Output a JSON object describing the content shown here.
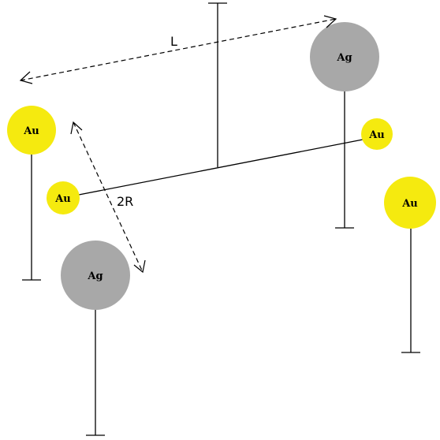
{
  "labels": {
    "length": "L",
    "diameter": "2R"
  },
  "spheres": {
    "au_top_left": "Au",
    "au_beam_left": "Au",
    "au_beam_right": "Au",
    "au_right": "Au",
    "ag_top_right": "Ag",
    "ag_bottom_left": "Ag"
  },
  "colors": {
    "gold": "#f5ea0f",
    "silver": "#a8a8a8",
    "line": "#000000",
    "background": "#ffffff"
  }
}
